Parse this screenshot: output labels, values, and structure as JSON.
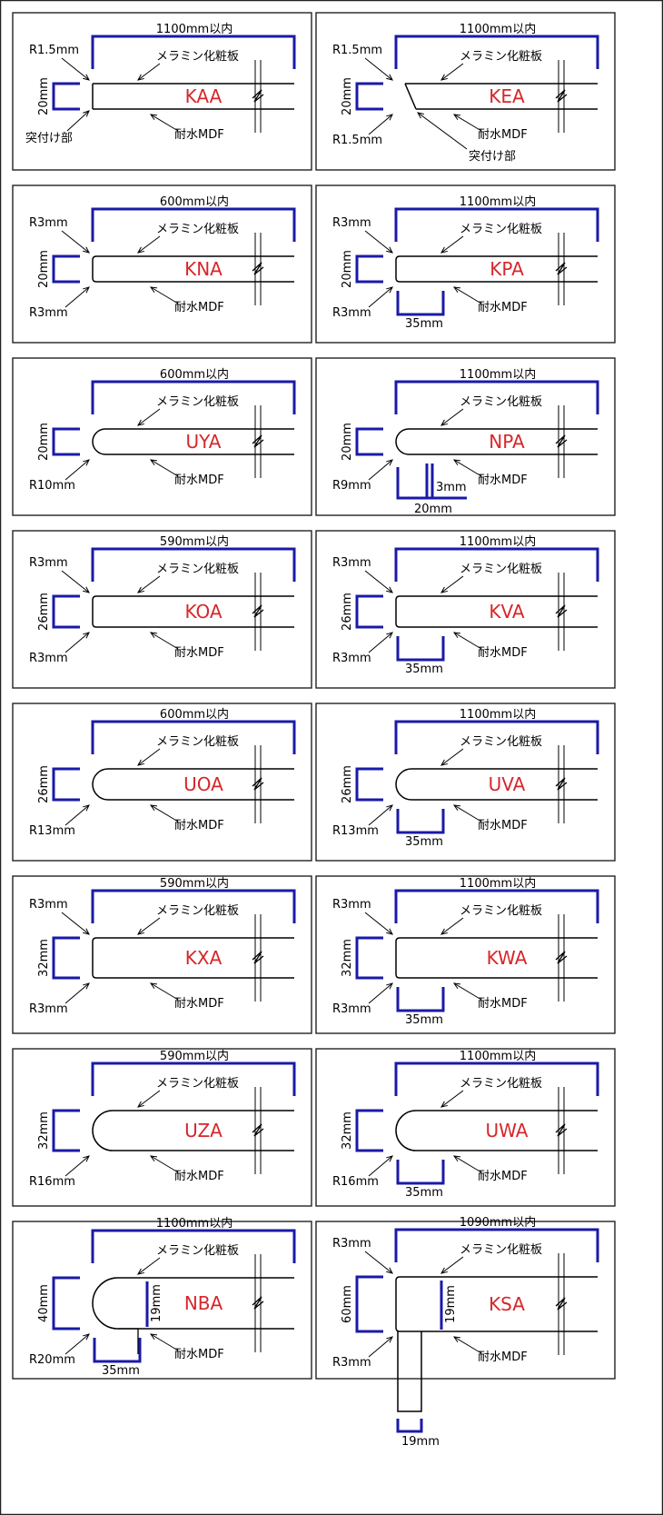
{
  "common": {
    "top_label": "メラミン化粧板",
    "bottom_label": "耐水MDF",
    "colors": {
      "dim": "#1a1aa8",
      "code": "#d7262a",
      "line": "#000000"
    }
  },
  "panels": [
    {
      "code": "KAA",
      "width_label": "1100mm以内",
      "height_label": "20mm",
      "r_top": "R1.5mm",
      "r_bottom": "",
      "extra_label": "突付け部",
      "bottom_dim": ""
    },
    {
      "code": "KEA",
      "width_label": "1100mm以内",
      "height_label": "20mm",
      "r_top": "R1.5mm",
      "r_bottom": "R1.5mm",
      "extra_label": "突付け部",
      "bottom_dim": ""
    },
    {
      "code": "KNA",
      "width_label": "600mm以内",
      "height_label": "20mm",
      "r_top": "R3mm",
      "r_bottom": "R3mm",
      "extra_label": "",
      "bottom_dim": ""
    },
    {
      "code": "KPA",
      "width_label": "1100mm以内",
      "height_label": "20mm",
      "r_top": "R3mm",
      "r_bottom": "R3mm",
      "extra_label": "",
      "bottom_dim": "35mm"
    },
    {
      "code": "UYA",
      "width_label": "600mm以内",
      "height_label": "20mm",
      "r_top": "",
      "r_bottom": "R10mm",
      "extra_label": "",
      "bottom_dim": ""
    },
    {
      "code": "NPA",
      "width_label": "1100mm以内",
      "height_label": "20mm",
      "r_top": "",
      "r_bottom": "R9mm",
      "extra_label": "3mm",
      "bottom_dim": "20mm"
    },
    {
      "code": "KOA",
      "width_label": "590mm以内",
      "height_label": "26mm",
      "r_top": "R3mm",
      "r_bottom": "R3mm",
      "extra_label": "",
      "bottom_dim": ""
    },
    {
      "code": "KVA",
      "width_label": "1100mm以内",
      "height_label": "26mm",
      "r_top": "R3mm",
      "r_bottom": "R3mm",
      "extra_label": "",
      "bottom_dim": "35mm"
    },
    {
      "code": "UOA",
      "width_label": "600mm以内",
      "height_label": "26mm",
      "r_top": "",
      "r_bottom": "R13mm",
      "extra_label": "",
      "bottom_dim": ""
    },
    {
      "code": "UVA",
      "width_label": "1100mm以内",
      "height_label": "26mm",
      "r_top": "",
      "r_bottom": "R13mm",
      "extra_label": "",
      "bottom_dim": "35mm"
    },
    {
      "code": "KXA",
      "width_label": "590mm以内",
      "height_label": "32mm",
      "r_top": "R3mm",
      "r_bottom": "R3mm",
      "extra_label": "",
      "bottom_dim": ""
    },
    {
      "code": "KWA",
      "width_label": "1100mm以内",
      "height_label": "32mm",
      "r_top": "R3mm",
      "r_bottom": "R3mm",
      "extra_label": "",
      "bottom_dim": "35mm"
    },
    {
      "code": "UZA",
      "width_label": "590mm以内",
      "height_label": "32mm",
      "r_top": "",
      "r_bottom": "R16mm",
      "extra_label": "",
      "bottom_dim": ""
    },
    {
      "code": "UWA",
      "width_label": "1100mm以内",
      "height_label": "32mm",
      "r_top": "",
      "r_bottom": "R16mm",
      "extra_label": "",
      "bottom_dim": "35mm"
    },
    {
      "code": "NBA",
      "width_label": "1100mm以内",
      "height_label": "40mm",
      "r_top": "",
      "r_bottom": "R20mm",
      "extra_label": "19mm",
      "bottom_dim": "35mm"
    },
    {
      "code": "KSA",
      "width_label": "1090mm以内",
      "height_label": "60mm",
      "r_top": "R3mm",
      "r_bottom": "R3mm",
      "extra_label": "19mm",
      "bottom_dim": "19mm"
    }
  ]
}
